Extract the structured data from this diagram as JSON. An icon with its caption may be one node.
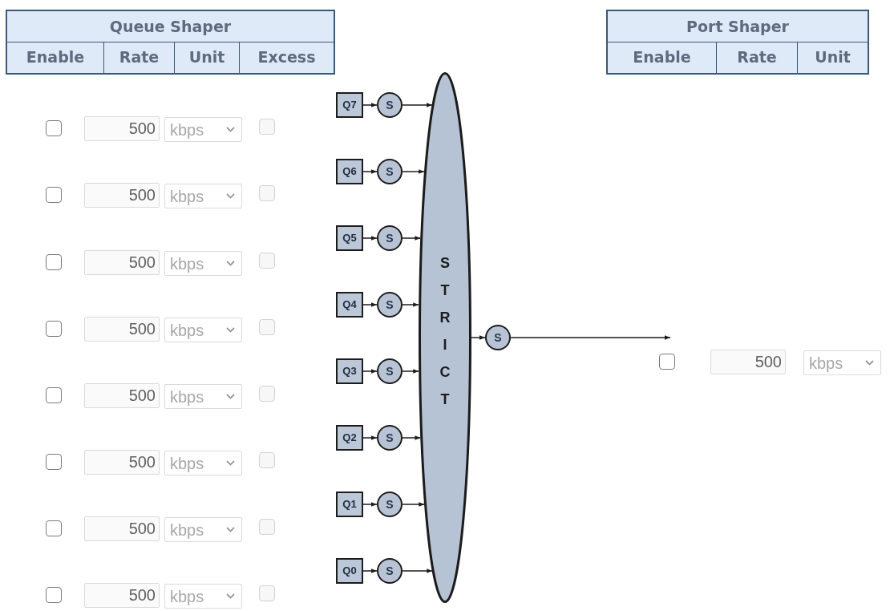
{
  "diagram": {
    "nodes": [
      {
        "text": [
          "Q7"
        ]
      },
      {
        "text": [
          "Q6"
        ]
      },
      {
        "text": [
          "Q5"
        ]
      },
      {
        "text": [
          "Q4"
        ]
      },
      {
        "text": [
          "Q3"
        ]
      },
      {
        "text": [
          "Q2"
        ]
      },
      {
        "text": [
          "Q1"
        ]
      },
      {
        "text": [
          "Q0"
        ]
      },
      {
        "text": [
          "S"
        ]
      },
      {
        "text": [
          "S"
        ]
      },
      {
        "text": [
          "S"
        ]
      },
      {
        "text": [
          "S"
        ]
      },
      {
        "text": [
          "S"
        ]
      },
      {
        "text": [
          "S"
        ]
      },
      {
        "text": [
          "S"
        ]
      },
      {
        "text": [
          "S"
        ]
      },
      {
        "text": [
          "STRICT"
        ]
      },
      {
        "text": [
          "S"
        ]
      }
    ],
    "edges": [
      {
        "from": 0,
        "to": 8,
        "arrow": "to"
      },
      {
        "from": 1,
        "to": 9,
        "arrow": "to"
      },
      {
        "from": 2,
        "to": 10,
        "arrow": "to"
      },
      {
        "from": 3,
        "to": 11,
        "arrow": "to"
      },
      {
        "from": 4,
        "to": 12,
        "arrow": "to"
      },
      {
        "from": 5,
        "to": 13,
        "arrow": "to"
      },
      {
        "from": 6,
        "to": 14,
        "arrow": "to"
      },
      {
        "from": 7,
        "to": 15,
        "arrow": "to"
      },
      {
        "from": 8,
        "to": 16,
        "arrow": "to"
      },
      {
        "from": 9,
        "to": 16,
        "arrow": "to"
      },
      {
        "from": 10,
        "to": 16,
        "arrow": "to"
      },
      {
        "from": 11,
        "to": 16,
        "arrow": "to"
      },
      {
        "from": 12,
        "to": 16,
        "arrow": "to"
      },
      {
        "from": 13,
        "to": 16,
        "arrow": "to"
      },
      {
        "from": 14,
        "to": 16,
        "arrow": "to"
      },
      {
        "from": 15,
        "to": 16,
        "arrow": "to"
      },
      {
        "from": 16,
        "to": 17,
        "arrow": "to"
      },
      {
        "from": 17,
        "to": null,
        "arrow": "to"
      }
    ],
    "labels": [
      "Queue Shaper",
      "Enable",
      "Rate",
      "Unit",
      "Excess",
      "Port Shaper",
      "Enable",
      "Rate",
      "Unit",
      "500",
      "kbps",
      "500",
      "kbps",
      "500",
      "kbps",
      "500",
      "kbps",
      "500",
      "kbps",
      "500",
      "kbps",
      "500",
      "kbps",
      "500",
      "kbps",
      "500",
      "kbps"
    ]
  }
}
